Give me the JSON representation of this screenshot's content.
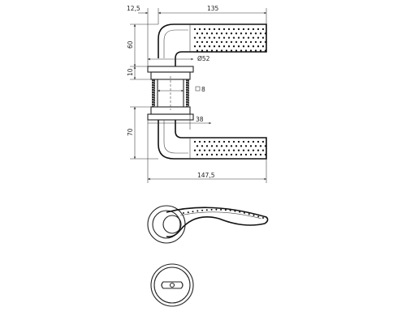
{
  "dimensions": {
    "offset": "12,5",
    "lever_length": "135",
    "rose_diameter": "Ø52",
    "rose_height": "60",
    "spindle_gap": "10",
    "spindle_square": "8",
    "backset": "38",
    "lower_height": "70",
    "overall_length": "147,5"
  },
  "colors": {
    "line": "#222222",
    "background": "#ffffff"
  }
}
